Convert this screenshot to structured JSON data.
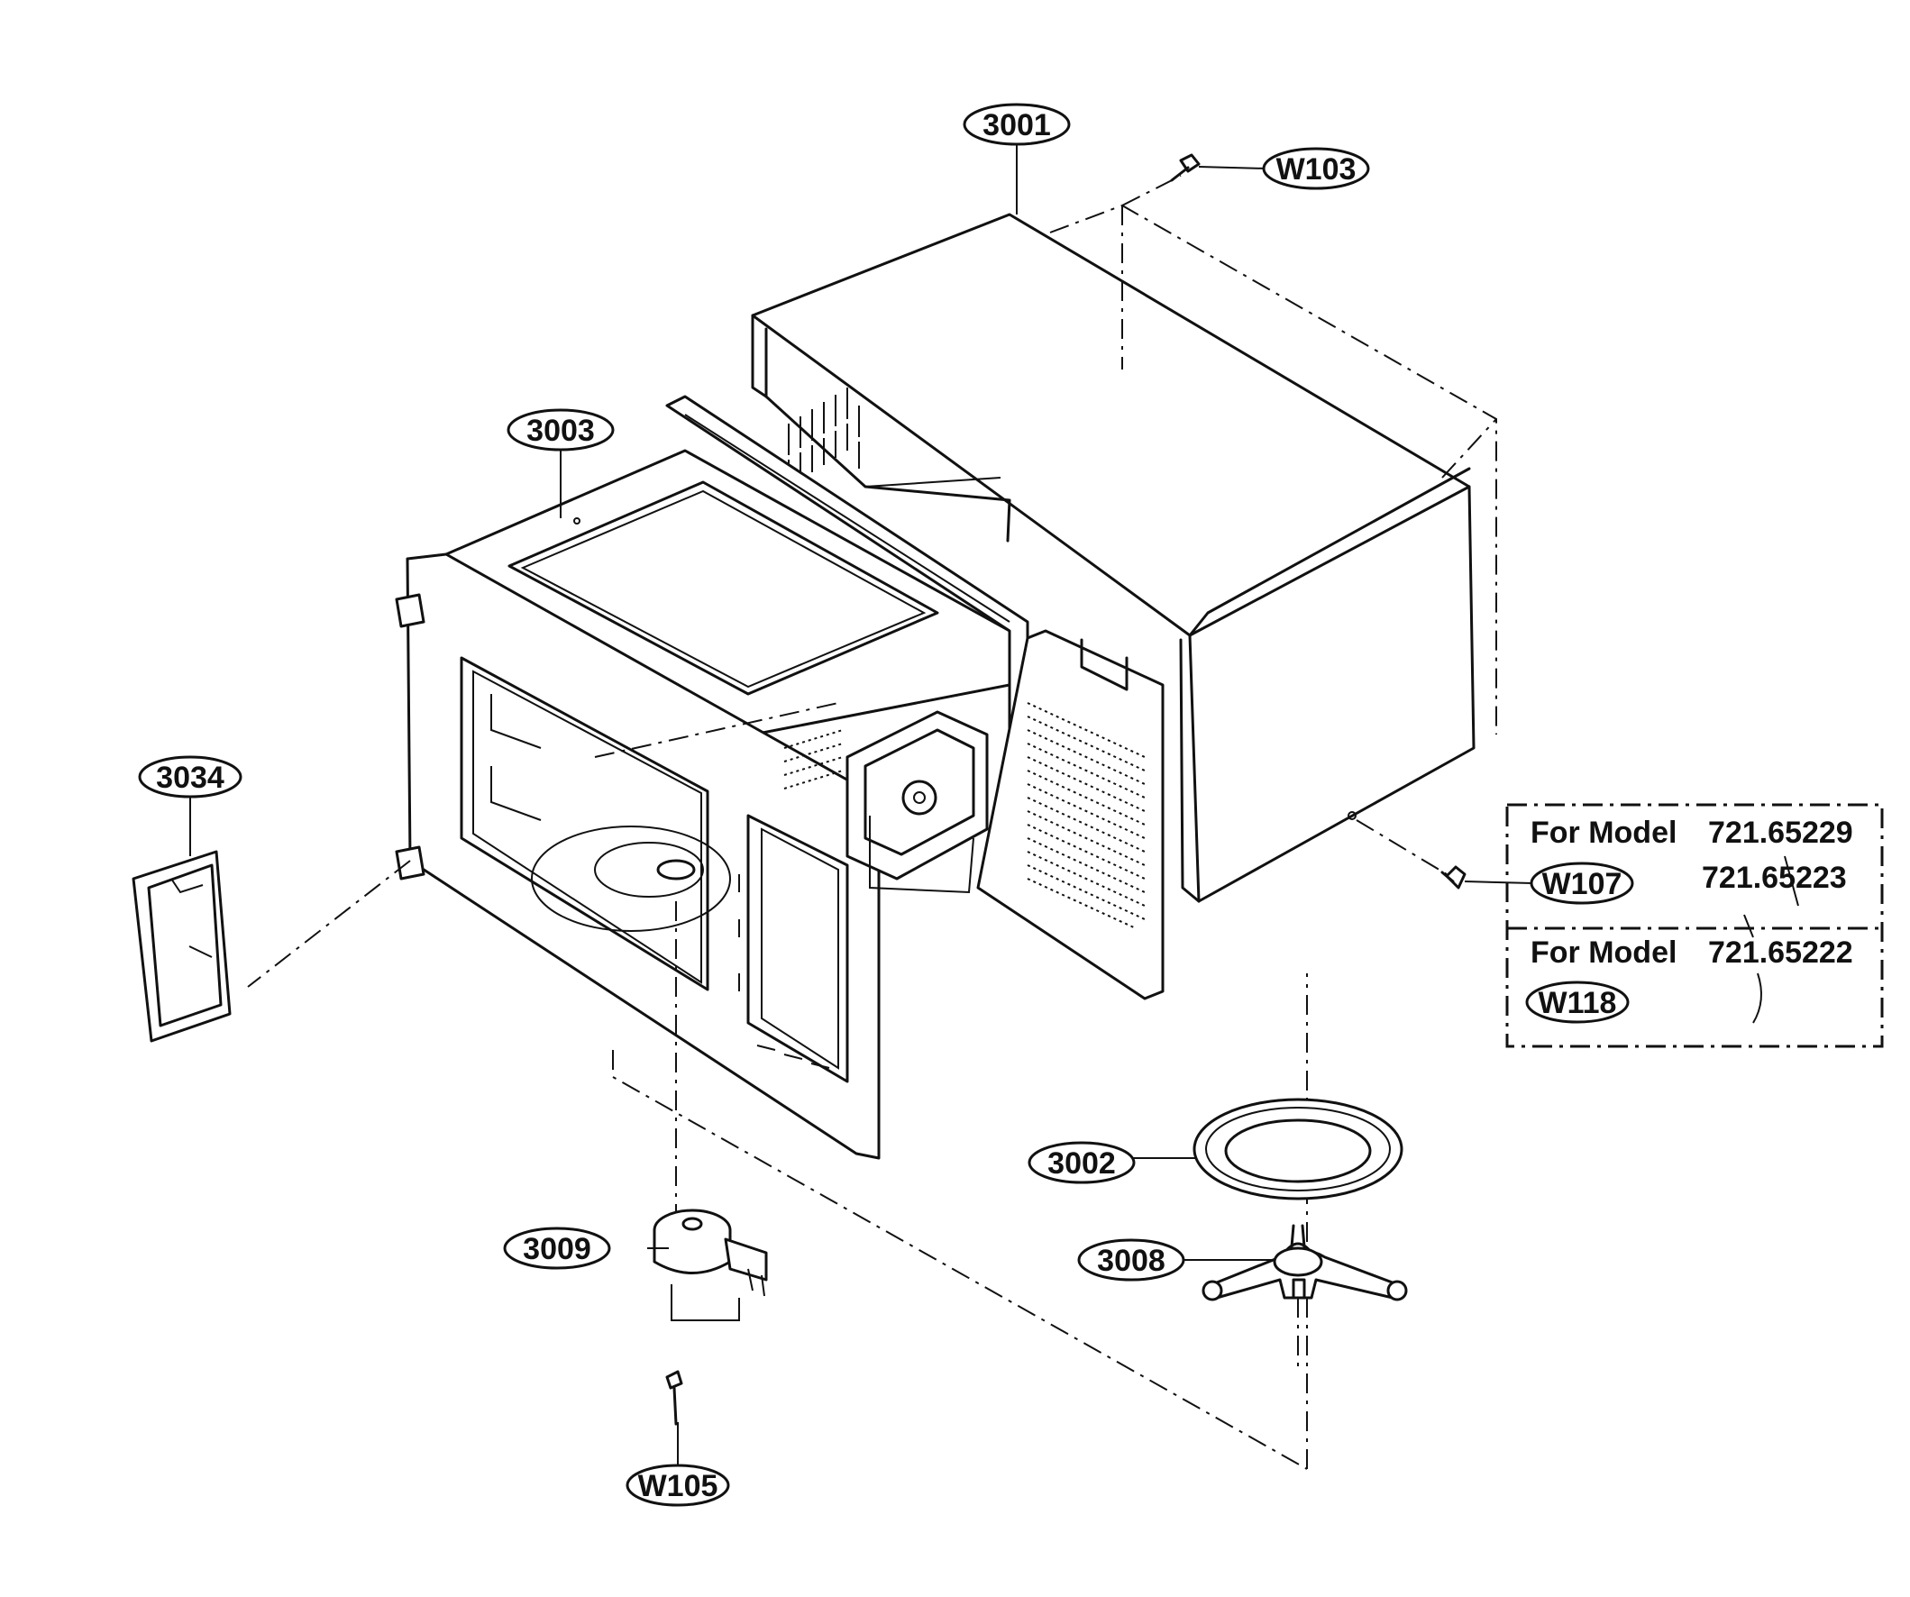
{
  "parts": {
    "p3001": "3001",
    "p3003": "3003",
    "p3034": "3034",
    "p3002": "3002",
    "p3009": "3009",
    "p3008": "3008",
    "w103": "W103",
    "w107": "W107",
    "w105": "W105",
    "w118": "W118"
  },
  "model_box": {
    "row1_label": "For Model",
    "row1_model_a": "721.65229",
    "row1_model_b": "721.65223",
    "row2_label": "For Model",
    "row2_model": "721.65222"
  }
}
